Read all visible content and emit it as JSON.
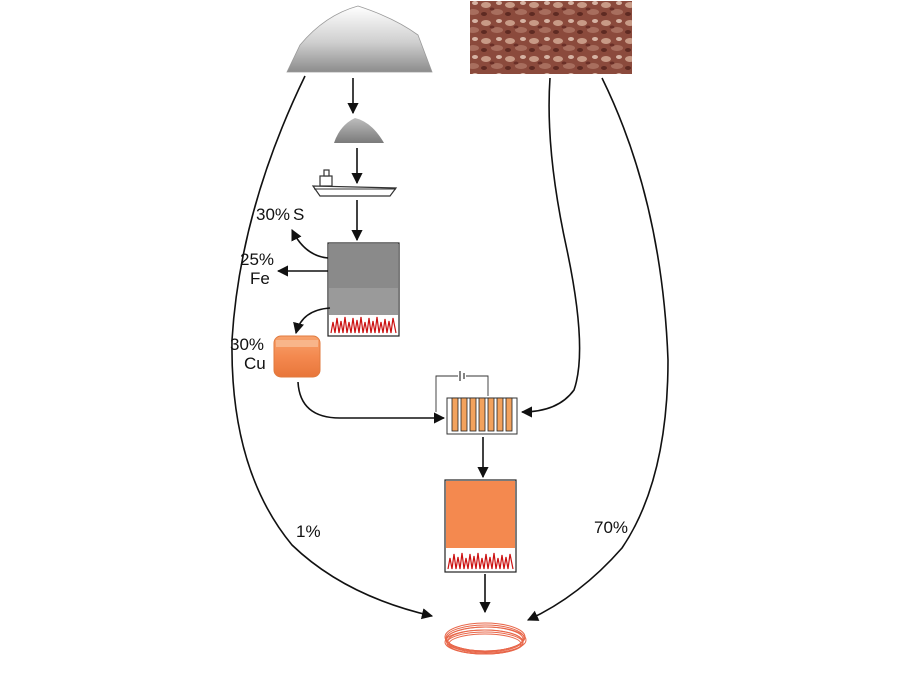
{
  "labels": {
    "sulfur_pct": "30%",
    "sulfur_el": "S",
    "iron_pct": "25%",
    "iron_el": "Fe",
    "copper_pct": "30%",
    "copper_el": "Cu",
    "left_route_pct": "1%",
    "right_route_pct": "70%"
  },
  "colors": {
    "ore_gray": "#8c8c8c",
    "furnace_gray": "#8a8a8a",
    "copper_orange": "#f4894f",
    "flame_red": "#cc1111",
    "scrap_brown": "#8b4a3c",
    "coil": "#e8674a",
    "arrow": "#111111"
  },
  "icons": [
    "ore-pile-icon",
    "scrap-copper-icon",
    "ship-icon",
    "furnace-icon",
    "copper-matte-icon",
    "electrolysis-cell-icon",
    "copper-coil-icon"
  ]
}
